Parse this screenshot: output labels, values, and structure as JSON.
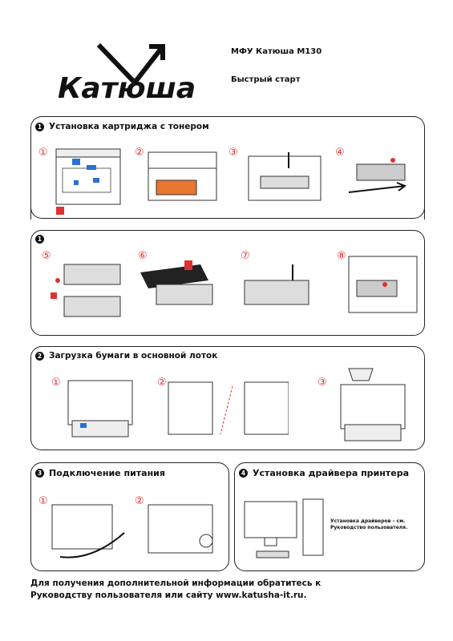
{
  "header": {
    "brand": "Катюша",
    "product": "МФУ Катюша М130",
    "guide": "Быстрый старт"
  },
  "sections": {
    "cartridge": {
      "num": "1",
      "title": "Установка картриджа с тонером"
    },
    "cartridge_cont": {
      "num": "1"
    },
    "paper": {
      "num": "2",
      "title": "Загрузка бумаги в основной лоток"
    },
    "power": {
      "num": "3",
      "title": "Подключение питания"
    },
    "driver": {
      "num": "4",
      "title": "Установка драйвера принтера",
      "note": "Установка драйверов – см. Руководство пользователя."
    }
  },
  "steps": [
    "①",
    "②",
    "③",
    "④",
    "⑤",
    "⑥",
    "⑦",
    "⑧"
  ],
  "footer": {
    "line1": "Для получения дополнительной информации обратитесь к",
    "line2": "Руководству пользователя или сайту www.katusha-it.ru."
  },
  "colors": {
    "accent": "#e03030",
    "ink": "#111111"
  }
}
